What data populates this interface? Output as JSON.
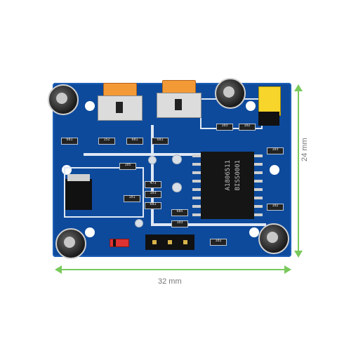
{
  "dimensions": {
    "width_label": "32 mm",
    "height_label": "24 mm",
    "arrow_color": "#79c95c"
  },
  "board": {
    "color": "#0d4a9c"
  },
  "chip": {
    "line1": "BISS0001",
    "line2": "A1806511"
  },
  "components": {
    "smd_labels": [
      "681",
      "152",
      "681",
      "681",
      "105",
      "473",
      "103",
      "101",
      "681",
      "685",
      "103",
      "102",
      "102",
      "103",
      "103",
      "102"
    ]
  }
}
